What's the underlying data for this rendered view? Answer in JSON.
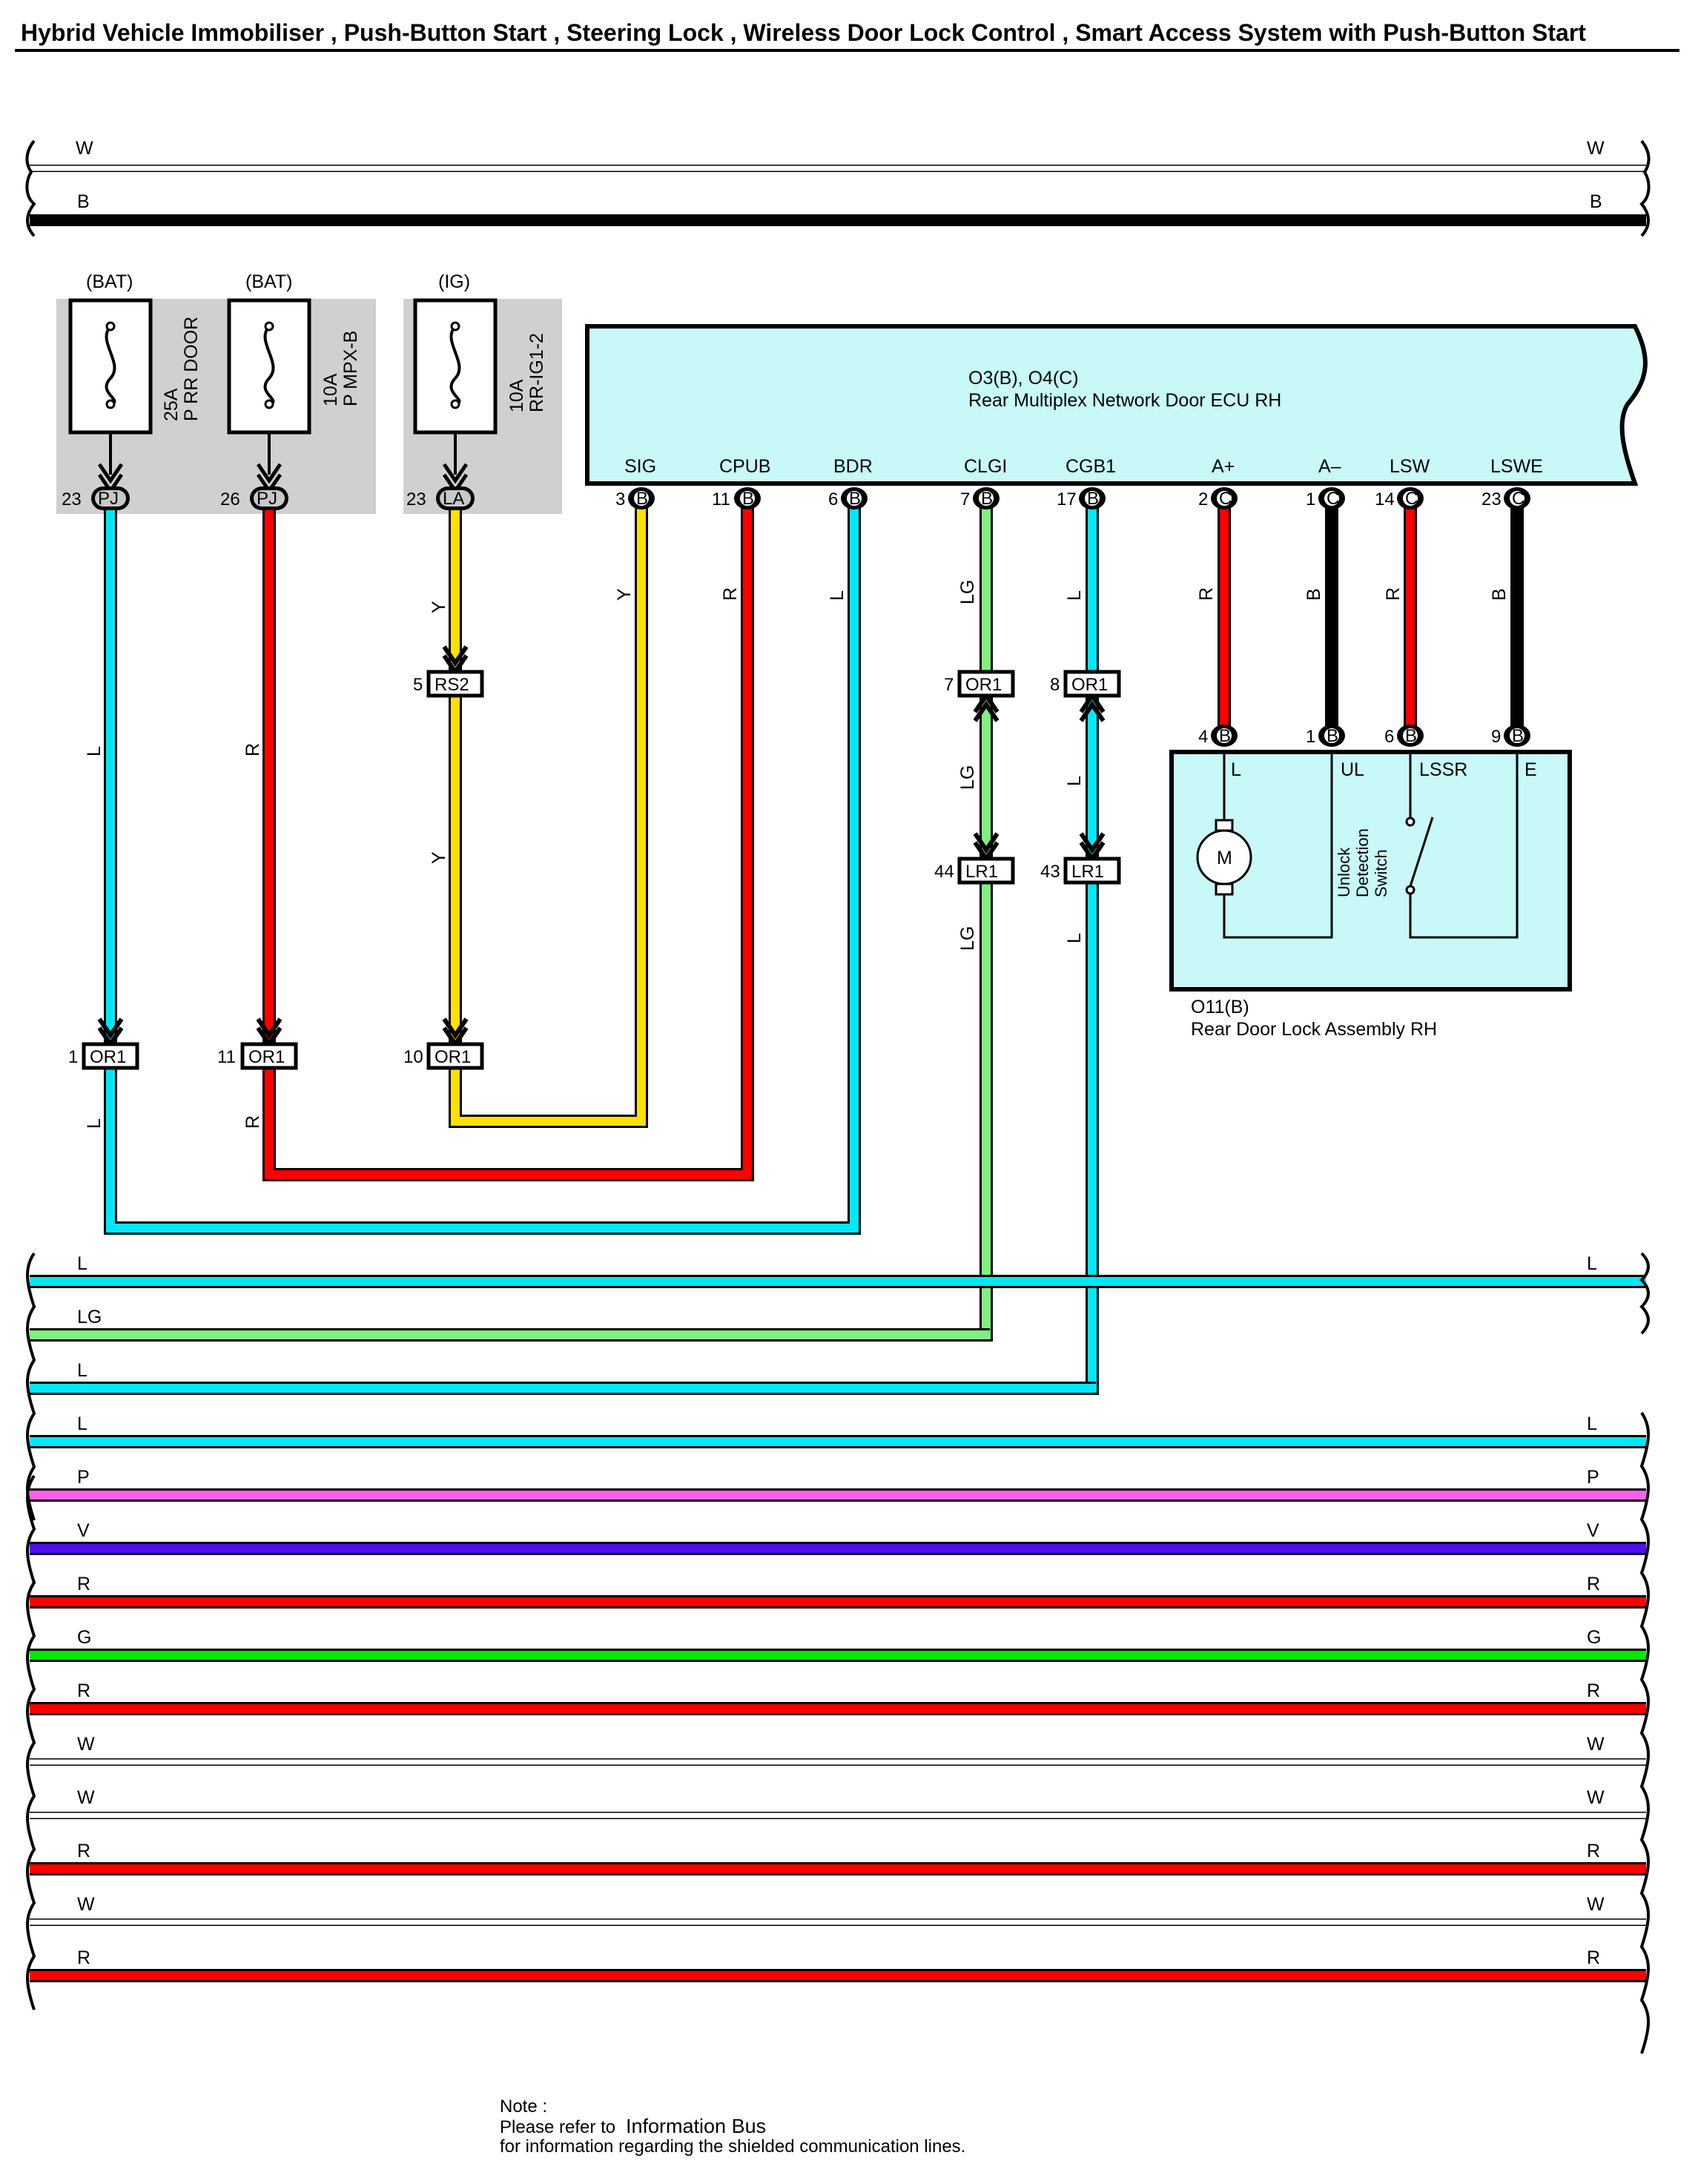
{
  "title": "Hybrid Vehicle Immobiliser , Push-Button Start , Steering Lock , Wireless Door Lock Control , Smart Access System with Push-Button Start",
  "colors": {
    "L": "#00e8f8",
    "R": "#ff0000",
    "Y": "#ffe000",
    "LG": "#80f080",
    "B": "#000000",
    "W": "#ffffff",
    "P": "#ff60f0",
    "V": "#5010f0",
    "G": "#00e800",
    "ecu_fill": "#c8f8f8",
    "fuse_bg": "#d0d0d0"
  },
  "top_bus": [
    {
      "left": "W",
      "right": "W"
    },
    {
      "left": "B",
      "right": "B"
    }
  ],
  "fuses": [
    {
      "supply": "(BAT)",
      "rating": "25A",
      "name": "P RR DOOR",
      "pin": "23",
      "connector": "PJ"
    },
    {
      "supply": "(BAT)",
      "rating": "10A",
      "name": "P MPX-B",
      "pin": "26",
      "connector": "PJ"
    },
    {
      "supply": "(IG)",
      "rating": "10A",
      "name": "RR-IG1-2",
      "pin": "23",
      "connector": "LA"
    }
  ],
  "ecu": {
    "id": "O3(B), O4(C)",
    "name": "Rear Multiplex Network Door ECU RH",
    "terminals": [
      {
        "name": "SIG",
        "pin": "3",
        "conn": "B",
        "wire": "Y"
      },
      {
        "name": "CPUB",
        "pin": "11",
        "conn": "B",
        "wire": "R"
      },
      {
        "name": "BDR",
        "pin": "6",
        "conn": "B",
        "wire": "L"
      },
      {
        "name": "CLGI",
        "pin": "7",
        "conn": "B",
        "wire": "LG"
      },
      {
        "name": "CGB1",
        "pin": "17",
        "conn": "B",
        "wire": "L"
      },
      {
        "name": "A+",
        "pin": "2",
        "conn": "C",
        "wire": "R"
      },
      {
        "name": "A–",
        "pin": "1",
        "conn": "C",
        "wire": "B"
      },
      {
        "name": "LSW",
        "pin": "14",
        "conn": "C",
        "wire": "R"
      },
      {
        "name": "LSWE",
        "pin": "23",
        "conn": "C",
        "wire": "B"
      }
    ]
  },
  "door_lock": {
    "id": "O11(B)",
    "name": "Rear Door Lock Assembly RH",
    "pins": [
      {
        "pin": "4",
        "conn": "B",
        "label": "L"
      },
      {
        "pin": "1",
        "conn": "B",
        "label": "UL"
      },
      {
        "pin": "6",
        "conn": "B",
        "label": "LSSR"
      },
      {
        "pin": "9",
        "conn": "B",
        "label": "E"
      }
    ],
    "motor": "M",
    "switch_label": [
      "Unlock",
      "Detection",
      "Switch"
    ]
  },
  "inline_connectors": {
    "rs2": {
      "pin": "5",
      "name": "RS2"
    },
    "or1_clgi": {
      "pin": "7",
      "name": "OR1"
    },
    "or1_cgb1": {
      "pin": "8",
      "name": "OR1"
    },
    "lr1_clgi": {
      "pin": "44",
      "name": "LR1"
    },
    "lr1_cgb1": {
      "pin": "43",
      "name": "LR1"
    },
    "or1_pj1": {
      "pin": "1",
      "name": "OR1"
    },
    "or1_pj2": {
      "pin": "11",
      "name": "OR1"
    },
    "or1_la": {
      "pin": "10",
      "name": "OR1"
    }
  },
  "wire_labels": {
    "fuse1_upper": "L",
    "fuse1_lower": "L",
    "fuse2_upper": "R",
    "fuse2_lower": "R",
    "fuse3_upper": "Y",
    "fuse3_mid": "Y",
    "sig": "Y",
    "cpub": "R",
    "bdr": "L",
    "clgi_1": "LG",
    "clgi_2": "LG",
    "clgi_3": "LG",
    "cgb1_1": "L",
    "cgb1_2": "L",
    "cgb1_3": "L",
    "ap": "R",
    "am": "B",
    "lsw": "R",
    "lswe": "B"
  },
  "bottom_bus": [
    {
      "color": "L",
      "left": "L",
      "right": "L"
    },
    {
      "color": "LG",
      "left": "LG",
      "right": ""
    },
    {
      "color": "L",
      "left": "L",
      "right": ""
    },
    {
      "color": "L",
      "left": "L",
      "right": "L"
    },
    {
      "color": "P",
      "left": "P",
      "right": "P"
    },
    {
      "color": "V",
      "left": "V",
      "right": "V"
    },
    {
      "color": "R",
      "left": "R",
      "right": "R"
    },
    {
      "color": "G",
      "left": "G",
      "right": "G"
    },
    {
      "color": "R",
      "left": "R",
      "right": "R"
    },
    {
      "color": "W",
      "left": "W",
      "right": "W"
    },
    {
      "color": "W",
      "left": "W",
      "right": "W"
    },
    {
      "color": "R",
      "left": "R",
      "right": "R"
    },
    {
      "color": "W",
      "left": "W",
      "right": "W"
    },
    {
      "color": "R",
      "left": "R",
      "right": "R"
    }
  ],
  "note": {
    "heading": "Note :",
    "line1_prefix": "Please refer to",
    "line1_link": "Information Bus",
    "line2": "for information regarding the shielded communication lines."
  }
}
